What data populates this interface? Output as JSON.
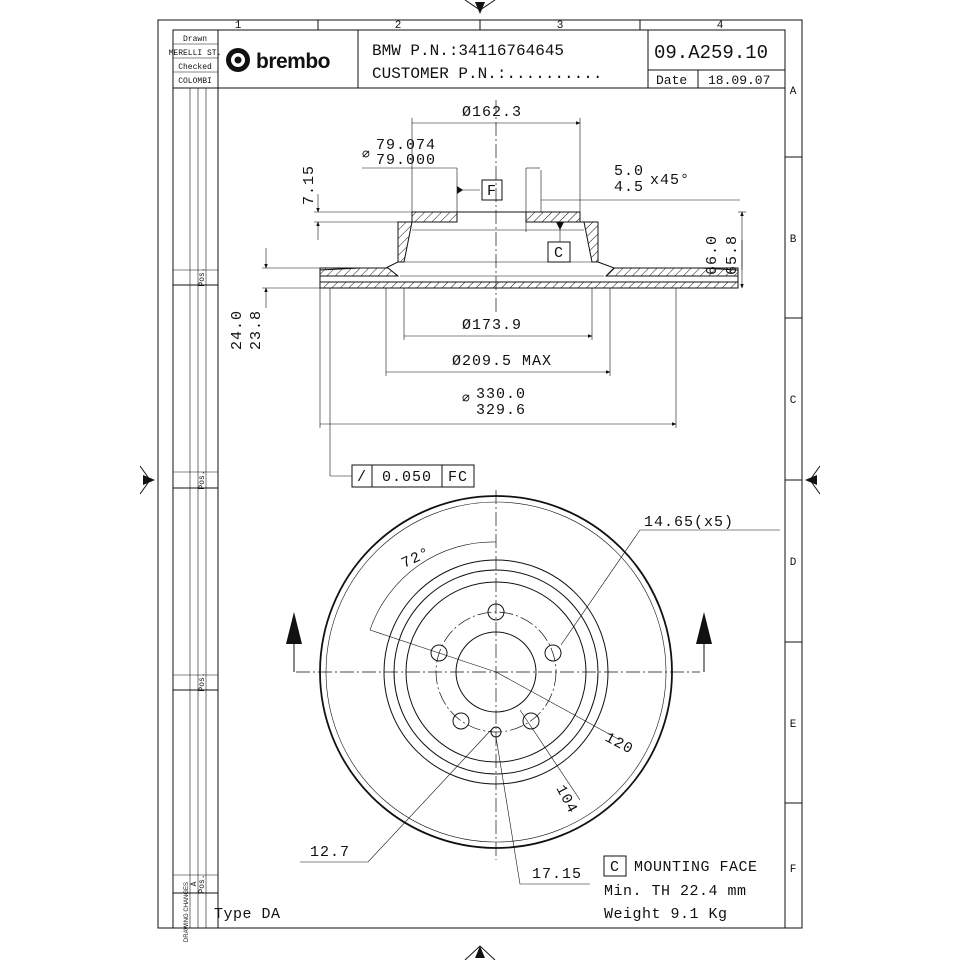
{
  "title_block": {
    "drawn_label": "Drawn",
    "drawn_by": "MERELLI ST.",
    "checked_label": "Checked",
    "checked_by": "COLOMBI",
    "brand": "brembo",
    "oem_pn": "BMW P.N.:34116764645",
    "customer_pn": "CUSTOMER P.N.:..........",
    "drawing_number": "09.A259.10",
    "date_label": "Date",
    "date": "18.09.07"
  },
  "grid": {
    "columns": [
      "1",
      "2",
      "3",
      "4"
    ],
    "rows": [
      "A",
      "B",
      "C",
      "D",
      "E",
      "F"
    ]
  },
  "side_block": {
    "pos_label": "Pos.",
    "a_label": "A",
    "drawing_changes": "DRAWING CHANGES"
  },
  "section_view": {
    "hat_diameter": "Ø162.3",
    "pilot_bore_max": "79.074",
    "pilot_bore_min": "79.000",
    "hat_step": "7.15",
    "datum_f": "F",
    "datum_c": "C",
    "chamfer_max": "5.0",
    "chamfer_min": "4.5",
    "chamfer_angle": "x45°",
    "total_height_max": "66.0",
    "total_height_min": "65.8",
    "thickness_max": "24.0",
    "thickness_min": "23.8",
    "inner_diameter": "Ø173.9",
    "friction_diameter": "Ø209.5 MAX",
    "outer_diameter_max": "330.0",
    "outer_diameter_min": "329.6",
    "runout_symbol": "/",
    "runout_tolerance": "0.050",
    "runout_datums": "FC"
  },
  "front_view": {
    "hole_diameter": "14.65(x5)",
    "bolt_angle": "72°",
    "bolt_circle": "120",
    "center_bore": "104",
    "pin_hole": "12.7",
    "pin_hole_circle": "17.15"
  },
  "notes": {
    "type": "Type DA",
    "mounting_face_datum": "C",
    "mounting_face": "MOUNTING FACE",
    "min_thickness": "Min. TH 22.4 mm",
    "weight": "Weight 9.1 Kg"
  }
}
